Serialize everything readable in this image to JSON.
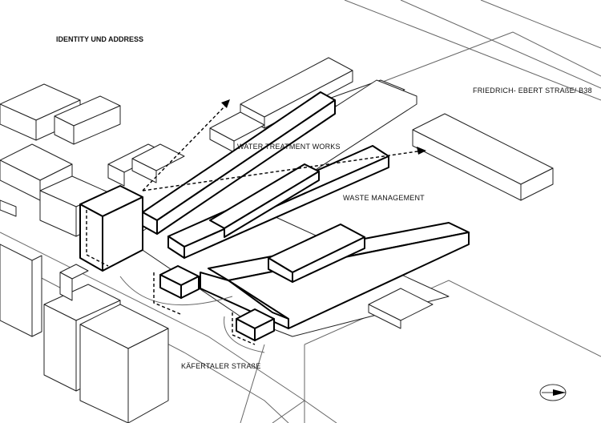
{
  "title": "IDENTITY UND ADDRESS",
  "labels": {
    "street_east": "FRIEDRICH- EBERT STRAßE/ B38",
    "water": "WATER TREATMENT WORKS",
    "waste": "WASTE MANAGEMENT",
    "street_south": "KÄFERTALER STRAßE"
  },
  "colors": {
    "line": "#222222",
    "background": "#ffffff"
  },
  "icons": {
    "north_arrow": "north-arrow-icon"
  }
}
